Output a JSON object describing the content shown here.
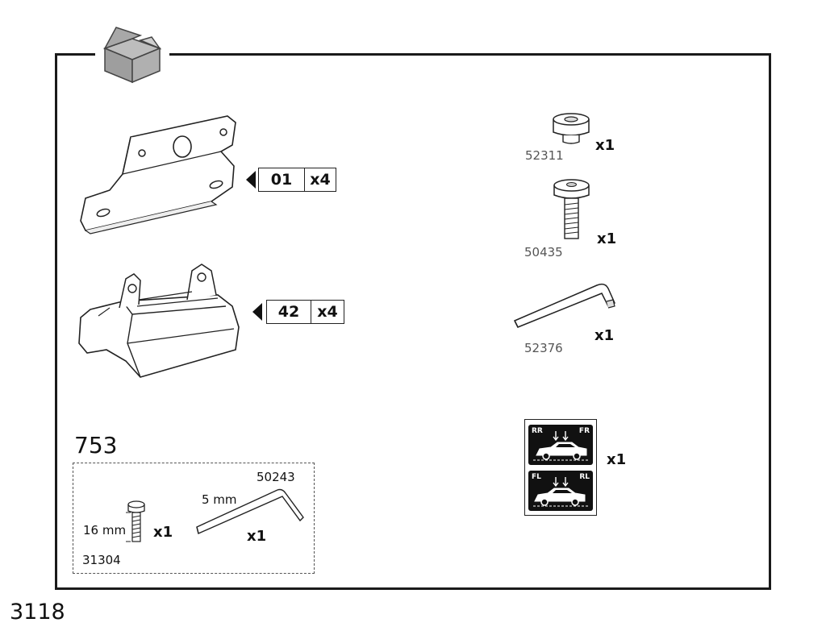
{
  "doc": {
    "code": "3118"
  },
  "parts": [
    {
      "id": "bracket",
      "ref": "01",
      "qty": "x4"
    },
    {
      "id": "foot-pad",
      "ref": "42",
      "qty": "x4"
    }
  ],
  "hardware": [
    {
      "id": "spacer",
      "pn": "52311",
      "qty": "x1"
    },
    {
      "id": "bolt",
      "pn": "50435",
      "qty": "x1"
    },
    {
      "id": "torx-key",
      "pn": "52376",
      "qty": "x1"
    },
    {
      "id": "position-stickers",
      "qty": "x1"
    }
  ],
  "stickers": {
    "top_left": "RR",
    "top_right": "FR",
    "bottom_left": "FL",
    "bottom_right": "RL"
  },
  "kit": {
    "title": "753",
    "screw": {
      "length": "16 mm",
      "qty": "x1",
      "pn": "31304"
    },
    "hex_key": {
      "size": "5 mm",
      "qty": "x1",
      "pn": "50243"
    }
  }
}
